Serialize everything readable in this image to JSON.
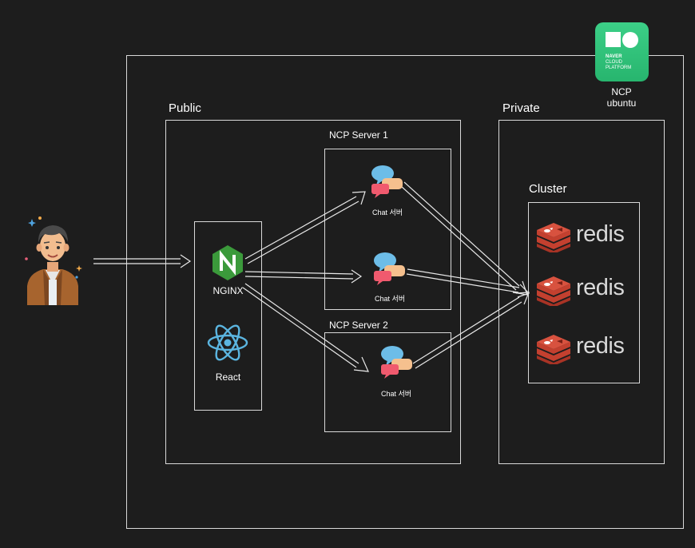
{
  "labels": {
    "public": "Public",
    "private": "Private",
    "ncp_server_1": "NCP Server 1",
    "ncp_server_2": "NCP Server 2",
    "cluster": "Cluster",
    "nginx": "NGINX",
    "react": "React",
    "chat_server": "Chat 서버",
    "ncp_line1": "NCP",
    "ncp_line2": "ubuntu"
  },
  "ncp_logo": {
    "line1": "NAVER",
    "line2": "CLOUD",
    "line3": "PLATFORM"
  },
  "redis_nodes": [
    "redis",
    "redis",
    "redis"
  ],
  "colors": {
    "background": "#1d1d1d",
    "border": "#d9d9d9",
    "nginx_green": "#3b9a3b",
    "react_blue": "#5bb5e0",
    "redis_red": "#c3402f",
    "ncp_green": "#2fbf75"
  }
}
